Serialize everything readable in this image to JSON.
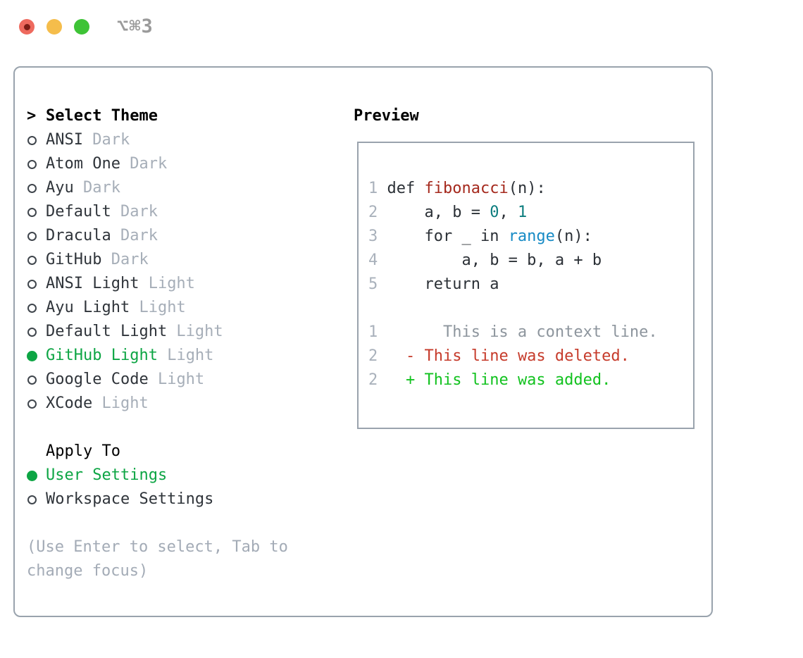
{
  "window": {
    "title": "⌥⌘3",
    "traffic_lights": [
      "close",
      "minimize",
      "zoom"
    ]
  },
  "colors": {
    "accent_green": "#0da544",
    "panel_border": "#99a3ad",
    "item_text": "#2f343a",
    "muted_text": "#a6aeb8",
    "hint_text": "#a3abb6",
    "traffic_red": "#ee6a5e",
    "traffic_yellow": "#f5bd4b",
    "traffic_green": "#3ec336",
    "code_function_red": "#a5291d",
    "code_number_teal": "#0c7d7e",
    "code_builtin_blue": "#168ac5",
    "diff_context_gray": "#8d959d",
    "diff_deleted_red": "#c63b2b",
    "diff_added_green": "#12c21f",
    "line_number_gray": "#a9b1bb"
  },
  "theme_panel": {
    "header": {
      "prefix": ">",
      "label": "Select Theme"
    },
    "themes": [
      {
        "name": "ANSI",
        "variant": "Dark",
        "selected": false
      },
      {
        "name": "Atom One",
        "variant": "Dark",
        "selected": false
      },
      {
        "name": "Ayu",
        "variant": "Dark",
        "selected": false
      },
      {
        "name": "Default",
        "variant": "Dark",
        "selected": false
      },
      {
        "name": "Dracula",
        "variant": "Dark",
        "selected": false
      },
      {
        "name": "GitHub",
        "variant": "Dark",
        "selected": false
      },
      {
        "name": "ANSI Light",
        "variant": "Light",
        "selected": false
      },
      {
        "name": "Ayu Light",
        "variant": "Light",
        "selected": false
      },
      {
        "name": "Default Light",
        "variant": "Light",
        "selected": false
      },
      {
        "name": "GitHub Light",
        "variant": "Light",
        "selected": true
      },
      {
        "name": "Google Code",
        "variant": "Light",
        "selected": false
      },
      {
        "name": "XCode",
        "variant": "Light",
        "selected": false
      }
    ],
    "apply_to": {
      "label": "Apply To",
      "options": [
        {
          "label": "User Settings",
          "selected": true
        },
        {
          "label": "Workspace Settings",
          "selected": false
        }
      ]
    },
    "hint_lines": [
      "(Use Enter to select, Tab to",
      "change focus)"
    ]
  },
  "preview": {
    "label": "Preview",
    "lines": [
      [
        {
          "t": "1",
          "c": "ln"
        },
        {
          "t": " def ",
          "c": "fg"
        },
        {
          "t": "fibonacci",
          "c": "func"
        },
        {
          "t": "(n):",
          "c": "fg"
        }
      ],
      [
        {
          "t": "2",
          "c": "ln"
        },
        {
          "t": "     a, b = ",
          "c": "fg"
        },
        {
          "t": "0",
          "c": "num"
        },
        {
          "t": ", ",
          "c": "fg"
        },
        {
          "t": "1",
          "c": "num"
        }
      ],
      [
        {
          "t": "3",
          "c": "ln"
        },
        {
          "t": "     for _ in ",
          "c": "fg"
        },
        {
          "t": "range",
          "c": "kw"
        },
        {
          "t": "(n):",
          "c": "fg"
        }
      ],
      [
        {
          "t": "4",
          "c": "ln"
        },
        {
          "t": "         a, b = b, a + b",
          "c": "fg"
        }
      ],
      [
        {
          "t": "5",
          "c": "ln"
        },
        {
          "t": "     return a",
          "c": "fg"
        }
      ],
      [],
      [
        {
          "t": "1",
          "c": "ln"
        },
        {
          "t": "       This is a context line.",
          "c": "ctx"
        }
      ],
      [
        {
          "t": "2",
          "c": "ln"
        },
        {
          "t": "   ",
          "c": "fg"
        },
        {
          "t": "- This line was deleted.",
          "c": "del"
        }
      ],
      [
        {
          "t": "2",
          "c": "ln"
        },
        {
          "t": "   ",
          "c": "fg"
        },
        {
          "t": "+ This line was added.",
          "c": "add"
        }
      ]
    ]
  }
}
